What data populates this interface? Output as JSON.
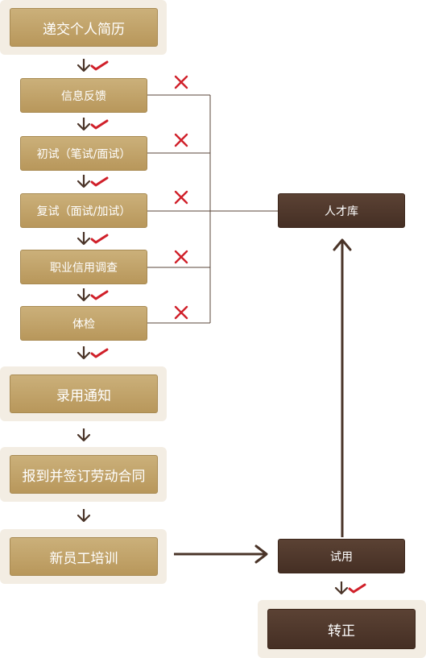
{
  "steps": {
    "resume": "递交个人简历",
    "feedback": "信息反馈",
    "first_interview": "初试（笔试/面试）",
    "second_interview": "复试（面试/加试）",
    "credit_check": "职业信用调查",
    "medical": "体检",
    "offer": "录用通知",
    "contract": "报到并签订劳动合同",
    "training": "新员工培训",
    "probation": "试用",
    "regular": "转正"
  },
  "talent_pool": "人才库",
  "colors": {
    "gold": "#c2a268",
    "dark": "#4f382b",
    "arrow": "#4a3428",
    "check": "#d0202a",
    "cross": "#d0202a",
    "line": "#5a4639"
  },
  "icons": {
    "pass": "check-icon",
    "fail": "cross-icon",
    "flow": "arrow-icon"
  }
}
